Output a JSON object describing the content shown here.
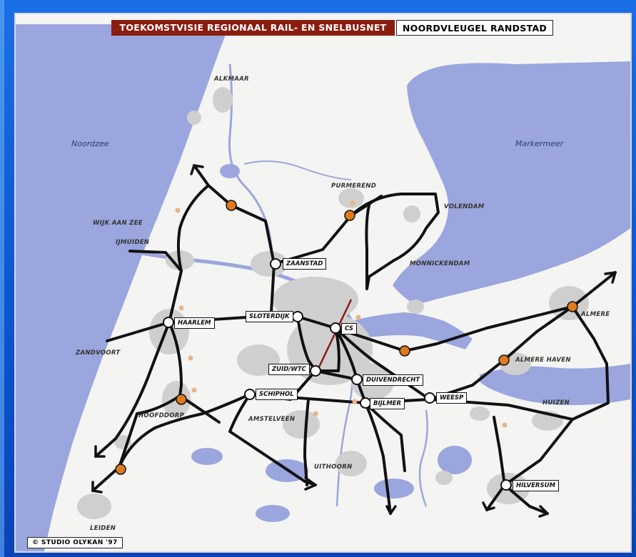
{
  "map": {
    "title_left": "TOEKOMSTVISIE REGIONAAL RAIL- EN SNELBUSNET",
    "title_right": "NOORDVLEUGEL RANDSTAD",
    "copyright": "© STUDIO OLYKAN '97",
    "colors": {
      "water": "#9aa6dd",
      "urban": "#cfcfcf",
      "land": "#f4f4f2",
      "rail": "#111111",
      "node_orange": "#e07a1f",
      "title_red": "#8a1c10"
    },
    "seas": {
      "noordzee": "Noordzee",
      "markermeer": "Markermeer"
    },
    "places": {
      "alkmaar": "ALKMAAR",
      "purmerend": "PURMEREND",
      "volendam": "VOLENDAM",
      "wijk_aan_zee": "WIJK AAN ZEE",
      "ijmuiden": "IJMUIDEN",
      "monnickendam": "MONNICKENDAM",
      "zandvoort": "ZANDVOORT",
      "almere": "ALMERE",
      "almere_haven": "ALMERE HAVEN",
      "huizen": "HUIZEN",
      "hoofddorp": "HOOFDDORP",
      "amstelveen": "AMSTELVEEN",
      "uithoorn": "UITHOORN",
      "leiden": "LEIDEN"
    },
    "stations": {
      "zaanstad": "ZAANSTAD",
      "sloterdijk": "SLOTERDIJK",
      "cs": "CS",
      "haarlem": "HAARLEM",
      "zuid_wtc": "ZUID/WTC",
      "duivendrecht": "DUIVENDRECHT",
      "schiphol": "SCHIPHOL",
      "bijlmer": "BIJLMER",
      "weesp": "WEESP",
      "hilversum": "HILVERSUM"
    }
  }
}
